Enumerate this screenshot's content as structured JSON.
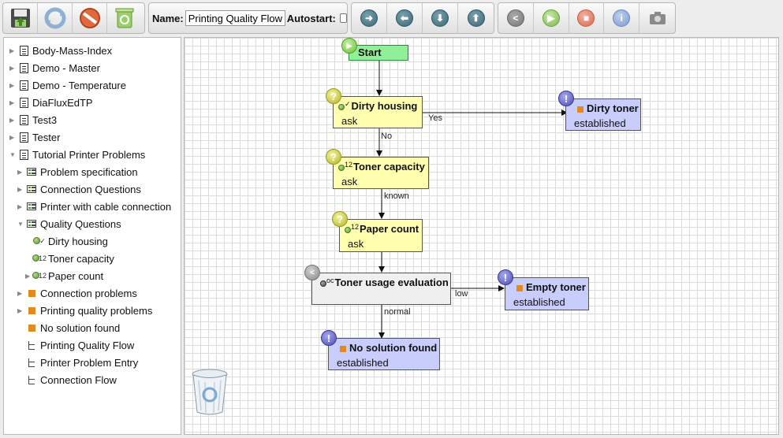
{
  "toolbar": {
    "name_label": "Name:",
    "name_value": "Printing Quality Flow",
    "autostart_label": "Autostart:",
    "autostart_checked": false
  },
  "tree": {
    "items": [
      {
        "label": "Body-Mass-Index",
        "icon": "document-icon",
        "expander": "collapsed"
      },
      {
        "label": "Demo - Master",
        "icon": "document-icon",
        "expander": "collapsed"
      },
      {
        "label": "Demo - Temperature",
        "icon": "document-icon",
        "expander": "collapsed"
      },
      {
        "label": "DiaFluxEdTP",
        "icon": "document-icon",
        "expander": "collapsed"
      },
      {
        "label": "Test3",
        "icon": "document-icon",
        "expander": "collapsed"
      },
      {
        "label": "Tester",
        "icon": "document-icon",
        "expander": "collapsed"
      },
      {
        "label": "Tutorial Printer Problems",
        "icon": "document-icon",
        "expander": "expanded"
      },
      {
        "label": "Problem specification",
        "icon": "questionnaire-icon",
        "expander": "collapsed"
      },
      {
        "label": "Connection Questions",
        "icon": "questionnaire-icon",
        "expander": "collapsed"
      },
      {
        "label": "Printer with cable connection",
        "icon": "questionnaire-icon",
        "expander": "collapsed"
      },
      {
        "label": "Quality Questions",
        "icon": "questionnaire-icon",
        "expander": "expanded"
      },
      {
        "label": "Dirty housing",
        "icon": "choice-question-icon",
        "expander": "none"
      },
      {
        "label": "Toner capacity",
        "icon": "numeric-question-icon",
        "expander": "none"
      },
      {
        "label": "Paper count",
        "icon": "numeric-question-icon",
        "expander": "collapsed"
      },
      {
        "label": "Connection problems",
        "icon": "solution-icon",
        "expander": "collapsed"
      },
      {
        "label": "Printing quality problems",
        "icon": "solution-icon",
        "expander": "collapsed"
      },
      {
        "label": "No solution found",
        "icon": "solution-icon",
        "expander": "none"
      },
      {
        "label": "Printing Quality Flow",
        "icon": "flowchart-icon",
        "expander": "none"
      },
      {
        "label": "Printer Problem Entry",
        "icon": "flowchart-icon",
        "expander": "none"
      },
      {
        "label": "Connection Flow",
        "icon": "flowchart-icon",
        "expander": "none"
      }
    ]
  },
  "flow": {
    "start": {
      "title": "Start"
    },
    "dirty_housing": {
      "title": "Dirty housing",
      "sub": "ask"
    },
    "toner_capacity": {
      "title": "Toner capacity",
      "sub": "ask"
    },
    "paper_count": {
      "title": "Paper count",
      "sub": "ask"
    },
    "toner_usage": {
      "title": "Toner usage evaluation"
    },
    "dirty_toner": {
      "title": "Dirty toner",
      "sub": "established"
    },
    "empty_toner": {
      "title": "Empty toner",
      "sub": "established"
    },
    "no_solution": {
      "title": "No solution found",
      "sub": "established"
    },
    "edges": {
      "yes": "Yes",
      "no": "No",
      "known": "known",
      "low": "low",
      "normal": "normal"
    }
  }
}
